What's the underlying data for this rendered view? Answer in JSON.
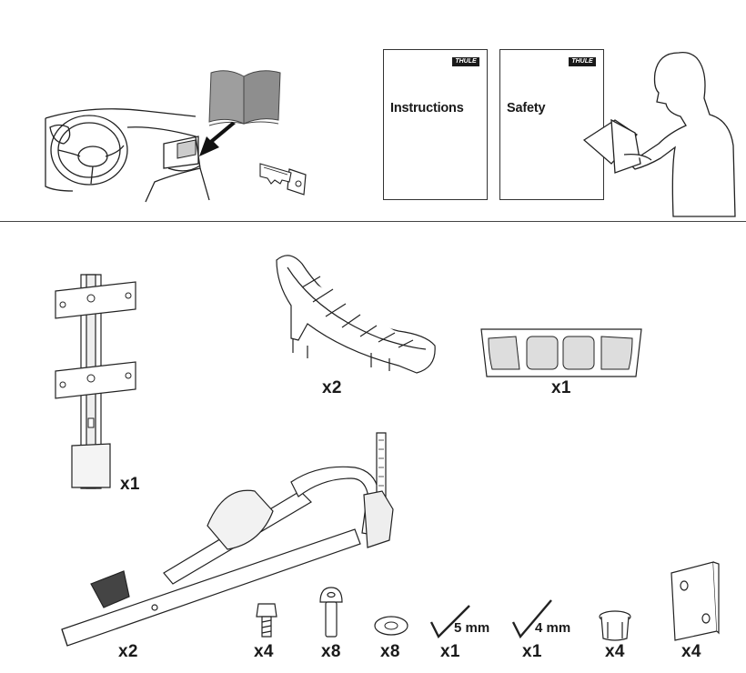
{
  "header": {
    "docs": [
      {
        "title": "Instructions",
        "logo": "THULE"
      },
      {
        "title": "Safety",
        "logo": "THULE"
      }
    ],
    "icons": [
      "car-dashboard-glovebox-icon",
      "manual-book-icon",
      "arrow-icon",
      "key-icon",
      "person-reading-icon"
    ]
  },
  "parts": [
    {
      "name": "mounting-bracket",
      "qty": "x1"
    },
    {
      "name": "wheel-cradle",
      "qty": "x2"
    },
    {
      "name": "reflector-sticker-sheet",
      "qty": "x1"
    },
    {
      "name": "bike-carrier-arm",
      "qty": "x2"
    },
    {
      "name": "hex-bolt",
      "qty": "x4"
    },
    {
      "name": "button-head-bolt",
      "qty": "x8"
    },
    {
      "name": "washer",
      "qty": "x8"
    },
    {
      "name": "hex-key-5mm",
      "qty": "x1",
      "size": "5 mm"
    },
    {
      "name": "hex-key-4mm",
      "qty": "x1",
      "size": "4 mm"
    },
    {
      "name": "end-cap",
      "qty": "x4"
    },
    {
      "name": "plate",
      "qty": "x4"
    }
  ]
}
